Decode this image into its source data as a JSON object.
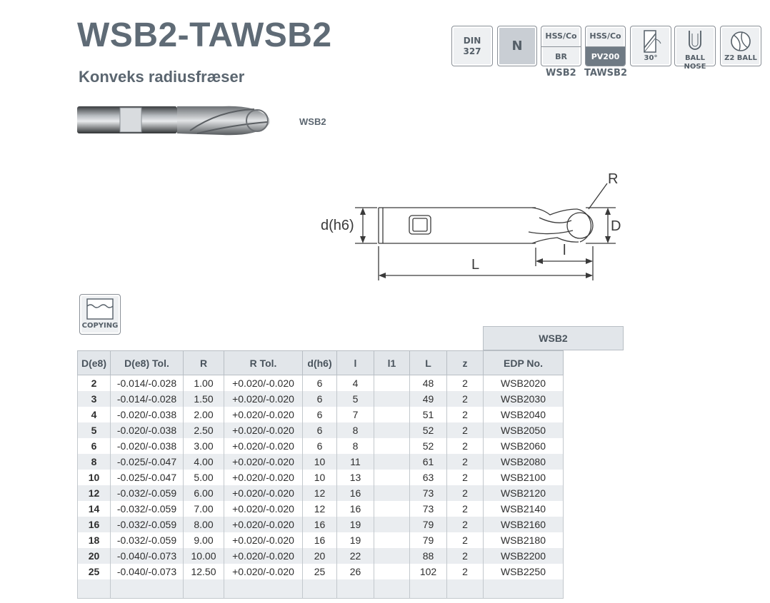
{
  "header": {
    "title": "WSB2-TAWSB2",
    "subtitle": "Konveks radiusfræser"
  },
  "badges": {
    "din_line1": "DIN",
    "din_line2": "327",
    "material": "N",
    "wsb2_top": "HSS/Co",
    "wsb2_bottom": "BR",
    "wsb2_caption": "WSB2",
    "tawsb2_top": "HSS/Co",
    "tawsb2_bottom": "PV200",
    "tawsb2_caption": "TAWSB2",
    "helix": "30°",
    "ball_nose": "BALL NOSE",
    "z2_ball": "Z2 BALL",
    "copying": "COPYING"
  },
  "tool_image_label": "WSB2",
  "diagram": {
    "label_R": "R",
    "label_d": "d(h6)",
    "label_D": "D",
    "label_l": "l",
    "label_L": "L"
  },
  "table": {
    "group_header": "WSB2",
    "columns": [
      "D(e8)",
      "D(e8) Tol.",
      "R",
      "R Tol.",
      "d(h6)",
      "l",
      "l1",
      "L",
      "z",
      "EDP No."
    ],
    "rows": [
      [
        "2",
        "-0.014/-0.028",
        "1.00",
        "+0.020/-0.020",
        "6",
        "4",
        "",
        "48",
        "2",
        "WSB2020"
      ],
      [
        "3",
        "-0.014/-0.028",
        "1.50",
        "+0.020/-0.020",
        "6",
        "5",
        "",
        "49",
        "2",
        "WSB2030"
      ],
      [
        "4",
        "-0.020/-0.038",
        "2.00",
        "+0.020/-0.020",
        "6",
        "7",
        "",
        "51",
        "2",
        "WSB2040"
      ],
      [
        "5",
        "-0.020/-0.038",
        "2.50",
        "+0.020/-0.020",
        "6",
        "8",
        "",
        "52",
        "2",
        "WSB2050"
      ],
      [
        "6",
        "-0.020/-0.038",
        "3.00",
        "+0.020/-0.020",
        "6",
        "8",
        "",
        "52",
        "2",
        "WSB2060"
      ],
      [
        "8",
        "-0.025/-0.047",
        "4.00",
        "+0.020/-0.020",
        "10",
        "11",
        "",
        "61",
        "2",
        "WSB2080"
      ],
      [
        "10",
        "-0.025/-0.047",
        "5.00",
        "+0.020/-0.020",
        "10",
        "13",
        "",
        "63",
        "2",
        "WSB2100"
      ],
      [
        "12",
        "-0.032/-0.059",
        "6.00",
        "+0.020/-0.020",
        "12",
        "16",
        "",
        "73",
        "2",
        "WSB2120"
      ],
      [
        "14",
        "-0.032/-0.059",
        "7.00",
        "+0.020/-0.020",
        "12",
        "16",
        "",
        "73",
        "2",
        "WSB2140"
      ],
      [
        "16",
        "-0.032/-0.059",
        "8.00",
        "+0.020/-0.020",
        "16",
        "19",
        "",
        "79",
        "2",
        "WSB2160"
      ],
      [
        "18",
        "-0.032/-0.059",
        "9.00",
        "+0.020/-0.020",
        "16",
        "19",
        "",
        "79",
        "2",
        "WSB2180"
      ],
      [
        "20",
        "-0.040/-0.073",
        "10.00",
        "+0.020/-0.020",
        "20",
        "22",
        "",
        "88",
        "2",
        "WSB2200"
      ],
      [
        "25",
        "-0.040/-0.073",
        "12.50",
        "+0.020/-0.020",
        "25",
        "26",
        "",
        "102",
        "2",
        "WSB2250"
      ]
    ]
  }
}
